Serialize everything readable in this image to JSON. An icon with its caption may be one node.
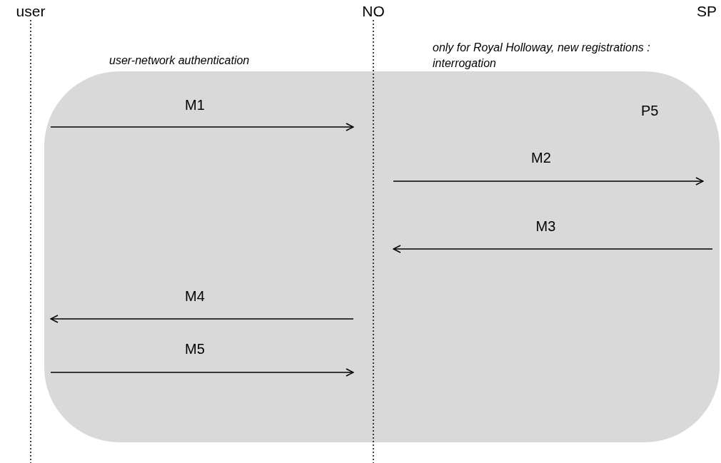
{
  "diagram": {
    "nodes": [
      {
        "text": [
          "user"
        ]
      },
      {
        "text": [
          "NO"
        ]
      },
      {
        "text": [
          "SP"
        ]
      }
    ],
    "edges": [
      {
        "from": 0,
        "to": 1,
        "arrow": "to",
        "label": "M1"
      },
      {
        "from": 1,
        "to": null,
        "arrow": "to",
        "label": "M2"
      },
      {
        "from": null,
        "to": 1,
        "arrow": "to",
        "label": "M3"
      },
      {
        "from": 1,
        "to": 0,
        "arrow": "to",
        "label": "M4"
      },
      {
        "from": 0,
        "to": 1,
        "arrow": "to",
        "label": "M5"
      }
    ],
    "labels": [
      "user-network authentication",
      "only for Royal Holloway, new registrations : interrogation",
      "P5"
    ]
  }
}
